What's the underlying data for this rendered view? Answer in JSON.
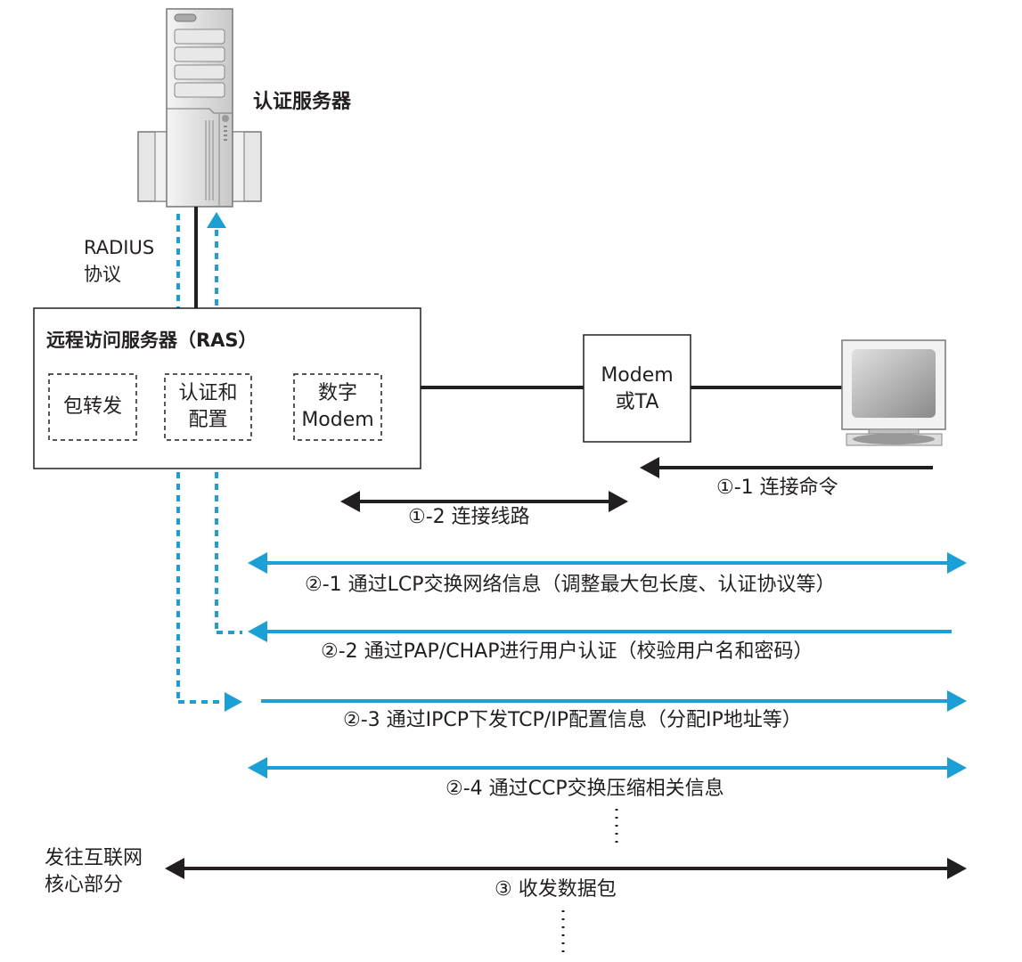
{
  "colors": {
    "accent": "#1a9fd6",
    "line": "#231f20"
  },
  "auth_server": {
    "label": "认证服务器"
  },
  "radius": {
    "line1": "RADIUS",
    "line2": "协议"
  },
  "ras": {
    "title": "远程访问服务器（RAS）",
    "modules": [
      {
        "line1": "包转发",
        "line2": ""
      },
      {
        "line1": "认证和",
        "line2": "配置"
      },
      {
        "line1": "数字",
        "line2": "Modem"
      }
    ]
  },
  "modem": {
    "line1": "Modem",
    "line2": "或TA"
  },
  "steps": [
    {
      "id": "1-1",
      "label": "①-1 连接命令",
      "direction": "left",
      "color": "black"
    },
    {
      "id": "1-2",
      "label": "①-2 连接线路",
      "direction": "both",
      "color": "black"
    },
    {
      "id": "2-1",
      "label": "②-1 通过LCP交换网络信息（调整最大包长度、认证协议等）",
      "direction": "both",
      "color": "blue"
    },
    {
      "id": "2-2",
      "label": "②-2 通过PAP/CHAP进行用户认证（校验用户名和密码）",
      "direction": "left",
      "color": "blue"
    },
    {
      "id": "2-3",
      "label": "②-3 通过IPCP下发TCP/IP配置信息（分配IP地址等）",
      "direction": "right",
      "color": "blue"
    },
    {
      "id": "2-4",
      "label": "②-4 通过CCP交换压缩相关信息",
      "direction": "both",
      "color": "blue"
    },
    {
      "id": "3",
      "label": "③ 收发数据包",
      "direction": "both",
      "color": "black"
    }
  ],
  "internet": {
    "line1": "发往互联网",
    "line2": "核心部分"
  }
}
